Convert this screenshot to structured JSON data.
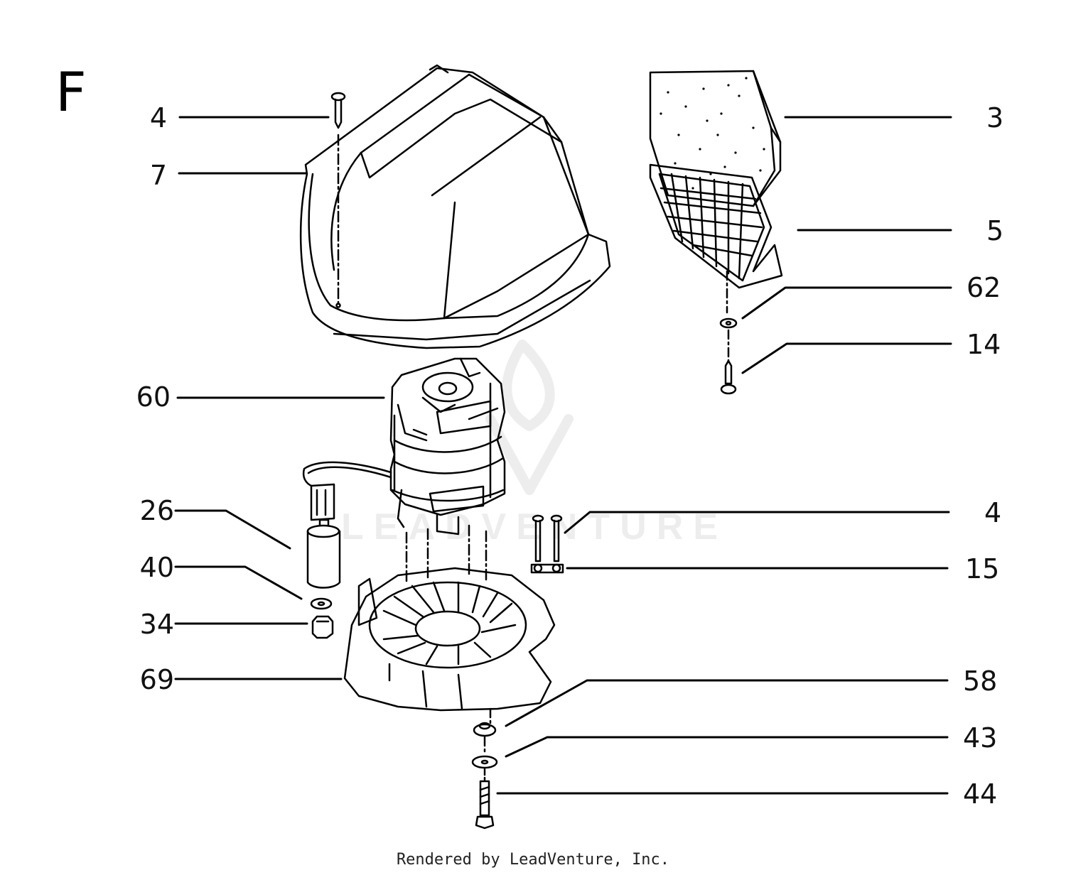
{
  "diagram": {
    "section_letter": "F",
    "callouts": {
      "c4_top": "4",
      "c7": "7",
      "c3": "3",
      "c5": "5",
      "c62": "62",
      "c14": "14",
      "c60": "60",
      "c26": "26",
      "c40": "40",
      "c34": "34",
      "c69": "69",
      "c4_right": "4",
      "c15": "15",
      "c58": "58",
      "c43": "43",
      "c44": "44"
    },
    "watermark": "LEADVENTURE",
    "footer": "Rendered by LeadVenture, Inc."
  },
  "colors": {
    "line": "#000000",
    "background": "#ffffff",
    "watermark": "#000000"
  }
}
